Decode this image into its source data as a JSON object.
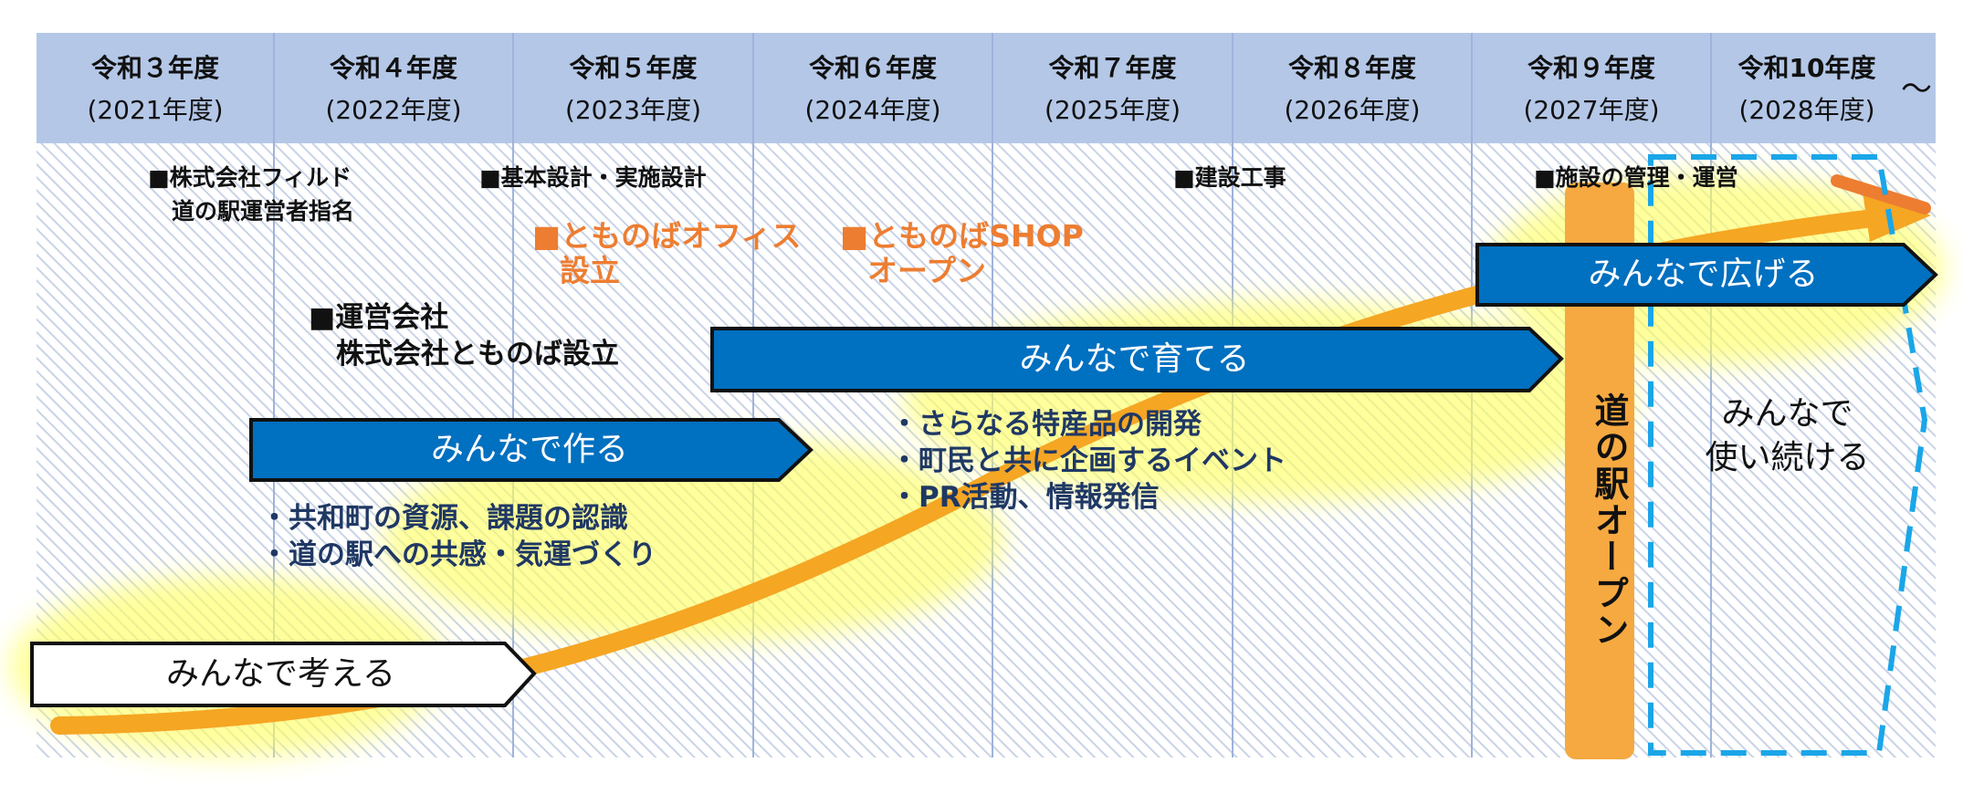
{
  "header": {
    "years": [
      {
        "reiwa": "令和３年度",
        "greg": "(2021年度)"
      },
      {
        "reiwa": "令和４年度",
        "greg": "(2022年度)"
      },
      {
        "reiwa": "令和５年度",
        "greg": "(2023年度)"
      },
      {
        "reiwa": "令和６年度",
        "greg": "(2024年度)"
      },
      {
        "reiwa": "令和７年度",
        "greg": "(2025年度)"
      },
      {
        "reiwa": "令和８年度",
        "greg": "(2026年度)"
      },
      {
        "reiwa": "令和９年度",
        "greg": "(2027年度)"
      },
      {
        "reiwa": "令和10年度",
        "greg": "(2028年度)"
      }
    ],
    "tilde": "～"
  },
  "milestones": {
    "m1_line1": "■株式会社フィルド",
    "m1_line2": "道の駅運営者指名",
    "m2": "■基本設計・実施設計",
    "m3": "■建設工事",
    "m4": "■施設の管理・運営",
    "m5_line1": "■運営会社",
    "m5_line2": "株式会社とものば設立"
  },
  "orange_milestones": {
    "o1_line1": "■とものばオフィス",
    "o1_line2": "設立",
    "o2_line1": "■とものばSHOP",
    "o2_line2": "オープン"
  },
  "phases": {
    "think": "みんなで考える",
    "make": "みんなで作る",
    "grow": "みんなで育てる",
    "spread": "みんなで広げる",
    "keep_line1": "みんなで",
    "keep_line2": "使い続ける"
  },
  "bullets": {
    "make": [
      "・共和町の資源、課題の認識",
      "・道の駅への共感・気運づくり"
    ],
    "grow": [
      "・さらなる特産品の開発",
      "・町民と共に企画するイベント",
      "・PR活動、情報発信"
    ]
  },
  "opening": {
    "label": "道の駅オープン"
  },
  "colors": {
    "header_bg": "#B4C7E7",
    "phase_blue": "#0070C0",
    "orange_text": "#ED7D31",
    "bullet_navy": "#1F3864",
    "arrow_orange": "#F5A623",
    "highlight_yellow": "#FFFF66",
    "dashed_blue": "#1AA6E8"
  }
}
